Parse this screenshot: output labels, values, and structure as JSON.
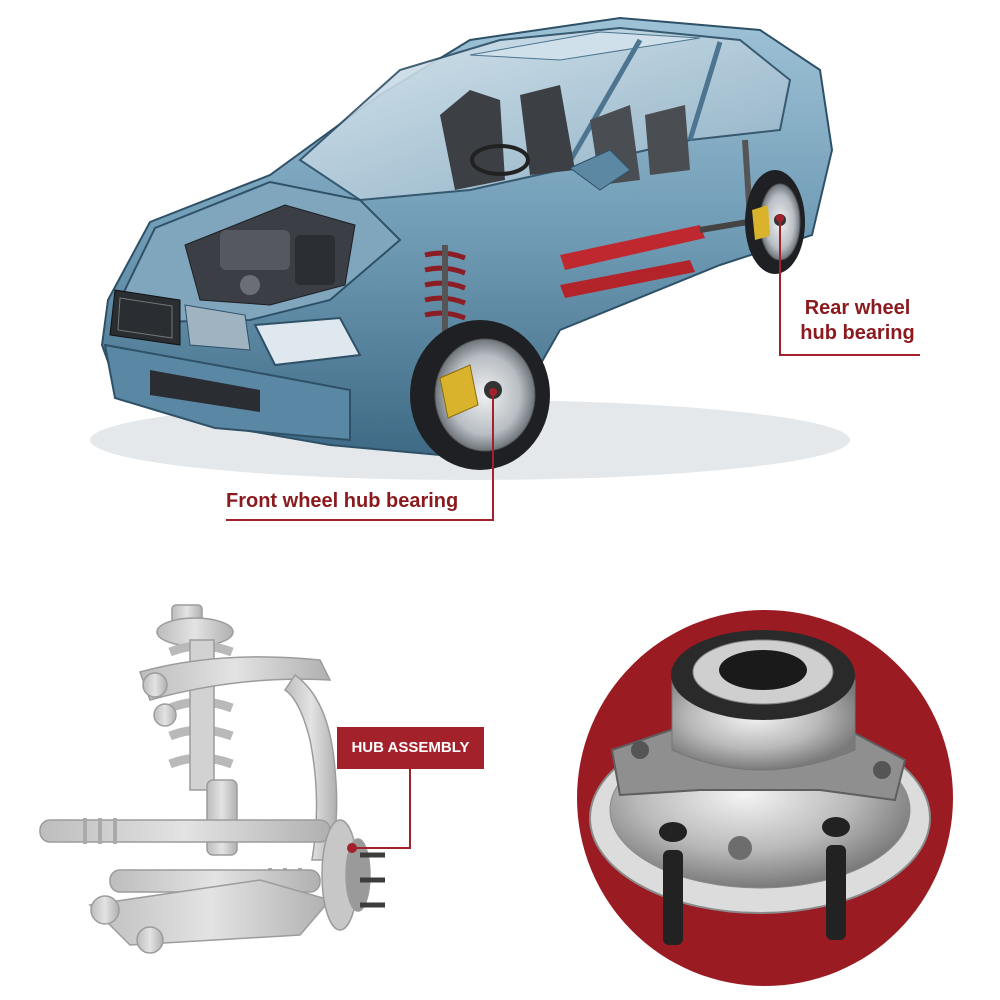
{
  "callouts": {
    "rear_wheel": [
      "Rear wheel",
      "hub bearing"
    ],
    "front_wheel": "Front wheel hub bearing",
    "hub_assembly": "HUB ASSEMBLY"
  },
  "colors": {
    "accent_red": "#a3212a",
    "label_text": "#8b1a1f",
    "car_body": "#6f9bb5",
    "suspension_gray": "#c9c9c9"
  }
}
